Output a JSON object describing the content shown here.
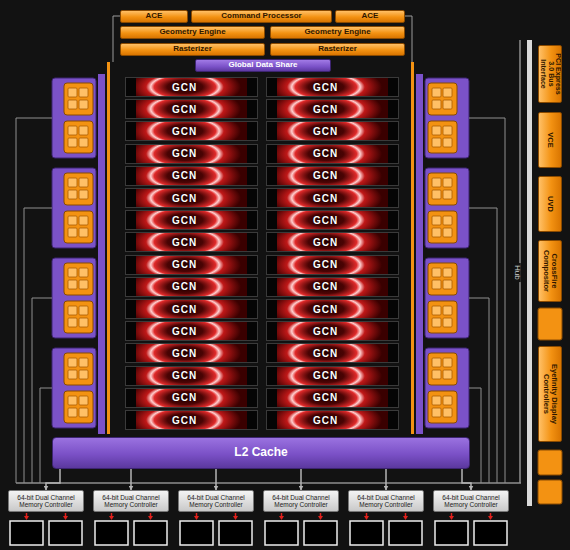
{
  "diagram": {
    "nodes": [
      {
        "text": [
          "ACE"
        ]
      },
      {
        "text": [
          "Command Processor"
        ]
      },
      {
        "text": [
          "ACE"
        ]
      },
      {
        "text": [
          "Geometry Engine"
        ]
      },
      {
        "text": [
          "Geometry Engine"
        ]
      },
      {
        "text": [
          "Rasterizer"
        ]
      },
      {
        "text": [
          "Rasterizer"
        ]
      },
      {
        "text": [
          "Global Data Share"
        ]
      },
      {
        "text": [
          "GCN"
        ]
      },
      {
        "text": [
          "GCN"
        ]
      },
      {
        "text": [
          "GCN"
        ]
      },
      {
        "text": [
          "GCN"
        ]
      },
      {
        "text": [
          "GCN"
        ]
      },
      {
        "text": [
          "GCN"
        ]
      },
      {
        "text": [
          "GCN"
        ]
      },
      {
        "text": [
          "GCN"
        ]
      },
      {
        "text": [
          "GCN"
        ]
      },
      {
        "text": [
          "GCN"
        ]
      },
      {
        "text": [
          "GCN"
        ]
      },
      {
        "text": [
          "GCN"
        ]
      },
      {
        "text": [
          "GCN"
        ]
      },
      {
        "text": [
          "GCN"
        ]
      },
      {
        "text": [
          "GCN"
        ]
      },
      {
        "text": [
          "GCN"
        ]
      },
      {
        "text": [
          "GCN"
        ]
      },
      {
        "text": [
          "GCN"
        ]
      },
      {
        "text": [
          "GCN"
        ]
      },
      {
        "text": [
          "GCN"
        ]
      },
      {
        "text": [
          "GCN"
        ]
      },
      {
        "text": [
          "GCN"
        ]
      },
      {
        "text": [
          "GCN"
        ]
      },
      {
        "text": [
          "GCN"
        ]
      },
      {
        "text": [
          "GCN"
        ]
      },
      {
        "text": [
          "GCN"
        ]
      },
      {
        "text": [
          "GCN"
        ]
      },
      {
        "text": [
          "GCN"
        ]
      },
      {
        "text": [
          "GCN"
        ]
      },
      {
        "text": [
          "GCN"
        ]
      },
      {
        "text": [
          "GCN"
        ]
      },
      {
        "text": [
          "GCN"
        ]
      },
      {
        "text": [
          "L2 Cache"
        ]
      },
      {
        "text": [
          "64-bit Dual Channel Memory Controller"
        ]
      },
      {
        "text": [
          "64-bit Dual Channel Memory Controller"
        ]
      },
      {
        "text": [
          "64-bit Dual Channel Memory Controller"
        ]
      },
      {
        "text": [
          "64-bit Dual Channel Memory Controller"
        ]
      },
      {
        "text": [
          "64-bit Dual Channel Memory Controller"
        ]
      },
      {
        "text": [
          "64-bit Dual Channel Memory Controller"
        ]
      },
      {
        "text": [
          "PCI Express 3.0 Bus Interface"
        ]
      },
      {
        "text": [
          "VCE"
        ]
      },
      {
        "text": [
          "UVD"
        ]
      },
      {
        "text": [
          "CrossFire Compositor"
        ]
      },
      {
        "text": [
          "Eyefinity Display Controllers"
        ]
      }
    ],
    "edges": [
      {
        "from": 40,
        "to": 41,
        "arrow": "to"
      },
      {
        "from": 40,
        "to": 42,
        "arrow": "to"
      },
      {
        "from": 40,
        "to": 43,
        "arrow": "to"
      },
      {
        "from": 40,
        "to": 44,
        "arrow": "to"
      },
      {
        "from": 40,
        "to": 45,
        "arrow": "to"
      },
      {
        "from": 40,
        "to": 46,
        "arrow": "to"
      }
    ],
    "labels": [
      "Hub"
    ]
  }
}
